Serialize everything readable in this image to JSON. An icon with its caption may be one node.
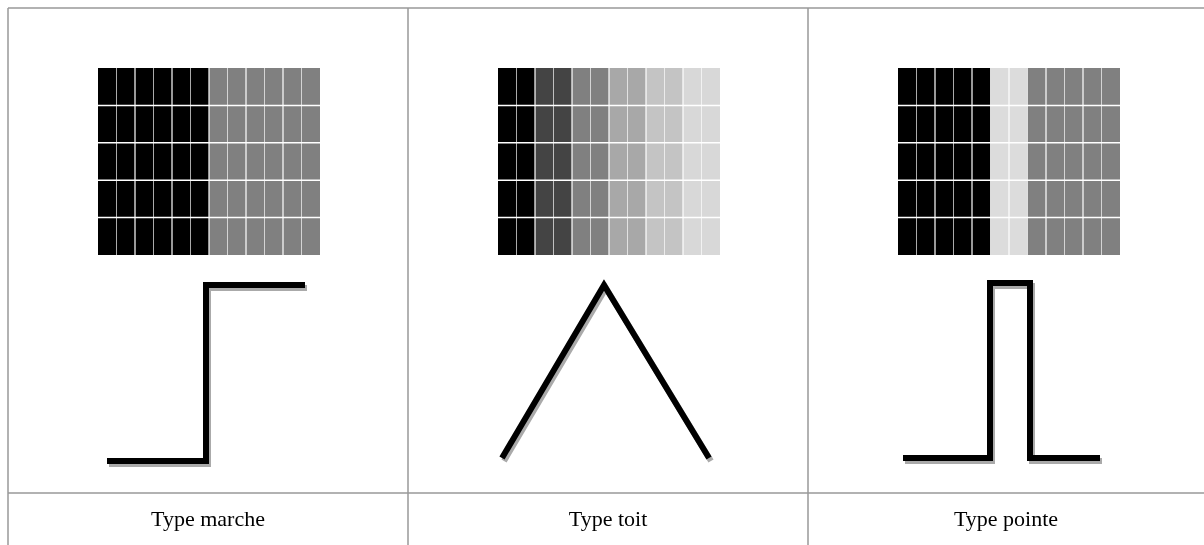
{
  "diagram": {
    "labels": [
      "Type marche",
      "Type toit",
      "Type pointe"
    ]
  }
}
